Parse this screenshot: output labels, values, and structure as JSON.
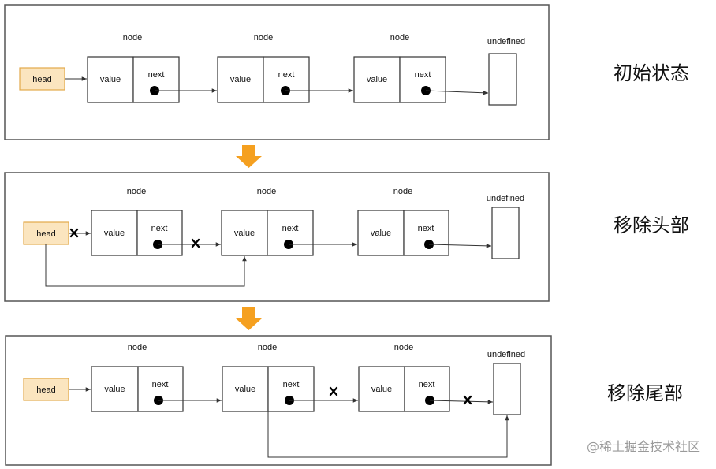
{
  "labels": {
    "node": "node",
    "value": "value",
    "next": "next",
    "undefined": "undefined",
    "head": "head"
  },
  "states": [
    {
      "id": "initial",
      "title": "初始状态",
      "removed_links": []
    },
    {
      "id": "remove-head",
      "title": "移除头部",
      "removed_links": [
        "head-to-node1",
        "node1-to-node2"
      ]
    },
    {
      "id": "remove-tail",
      "title": "移除尾部",
      "removed_links": [
        "node2-to-node3",
        "node3-to-undefined"
      ]
    }
  ],
  "watermark": "@稀土掘金技术社区",
  "colors": {
    "head_fill": "#fbe5bf",
    "head_border": "#e3a94a",
    "flow_arrow": "#f5a020",
    "frame_border": "#555555"
  }
}
